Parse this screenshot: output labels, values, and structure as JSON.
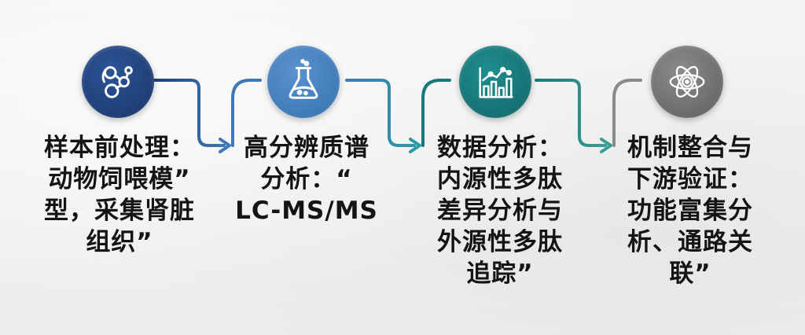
{
  "steps": [
    {
      "id": "sample-prep",
      "text": "样本前处理：\n动物饲喂模”\n型，采集肾脏\n组织”",
      "icon": "molecule-structure-icon",
      "color": "#1f3f78"
    },
    {
      "id": "ms-analysis",
      "text": "高分辨质谱\n分析：“\nLC-MS/MS",
      "icon": "flask-icon",
      "color": "#3f78b8"
    },
    {
      "id": "data-analysis",
      "text": "数据分析：\n内源性多肽\n差异分析与\n外源性多肽\n追踪”",
      "icon": "bar-chart-icon",
      "color": "#16797c"
    },
    {
      "id": "mechanism",
      "text": "机制整合与\n下游验证：\n功能富集分\n析、通路关\n联”",
      "icon": "atom-icon",
      "color": "#6e6e6e"
    }
  ]
}
